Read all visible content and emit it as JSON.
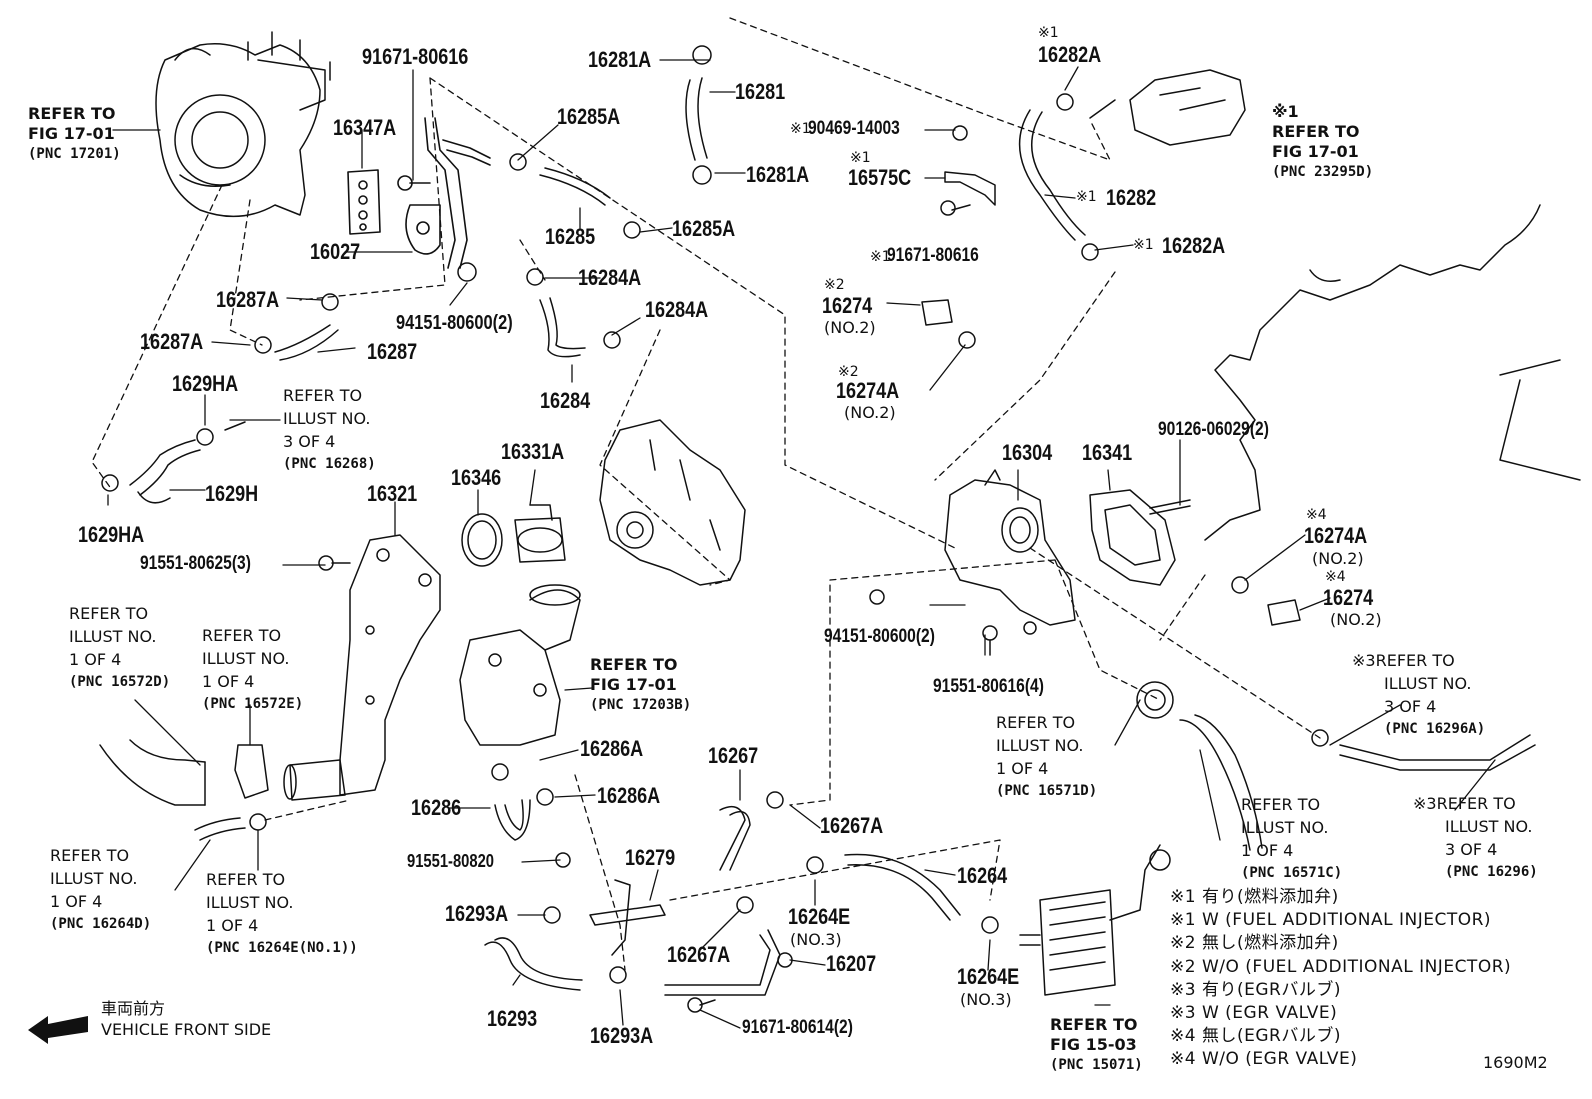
{
  "parts": {
    "p91671_80616_top": "91671-80616",
    "p16347A": "16347A",
    "p16027": "16027",
    "p16287A_1": "16287A",
    "p16287A_2": "16287A",
    "p16287": "16287",
    "p94151_80600_top": "94151-80600(2)",
    "p16285A_1": "16285A",
    "p16285": "16285",
    "p16285A_2": "16285A",
    "p16284A_1": "16284A",
    "p16284A_2": "16284A",
    "p16284": "16284",
    "p16281A_1": "16281A",
    "p16281": "16281",
    "p16281A_2": "16281A",
    "p16282A_1": "16282A",
    "p90469_14003": "90469-14003",
    "p16575C": "16575C",
    "p91671_80616_mid": "91671-80616",
    "p16282": "16282",
    "p16282A_2": "16282A",
    "p16274_top": "16274",
    "p16274A_top": "16274A",
    "p1629HA_1": "1629HA",
    "p1629H": "1629H",
    "p1629HA_2": "1629HA",
    "p16346": "16346",
    "p16331A": "16331A",
    "p16321": "16321",
    "p91551_80625": "91551-80625(3)",
    "p16304": "16304",
    "p16341": "16341",
    "p90126_06029": "90126-06029(2)",
    "p16274A_right": "16274A",
    "p16274_right": "16274",
    "p94151_80600_mid": "94151-80600(2)",
    "p91551_80616": "91551-80616(4)",
    "p16286A_1": "16286A",
    "p16286": "16286",
    "p16286A_2": "16286A",
    "p16267": "16267",
    "p16267A_1": "16267A",
    "p91551_80820": "91551-80820",
    "p16279": "16279",
    "p16264": "16264",
    "p16293A_1": "16293A",
    "p16264E_1": "16264E",
    "p16267A_2": "16267A",
    "p16207": "16207",
    "p16264E_2": "16264E",
    "p16293": "16293",
    "p16293A_2": "16293A",
    "p91671_80614": "91671-80614(2)"
  },
  "sub": {
    "no2_a": "(NO.2)",
    "no2_b": "(NO.2)",
    "no2_c": "(NO.2)",
    "no2_d": "(NO.2)",
    "no3_a": "(NO.3)",
    "no3_b": "(NO.3)"
  },
  "marks": {
    "m1_a": "※1",
    "m1_b": "※1",
    "m1_c": "※1",
    "m1_d": "※1",
    "m1_e": "※1",
    "m1_f": "※1",
    "m2_a": "※2",
    "m2_b": "※2",
    "m3_a": "※3",
    "m3_b": "※3",
    "m4_a": "※4",
    "m4_b": "※4"
  },
  "refs": {
    "fig17_01_a": [
      "REFER TO",
      "FIG 17-01",
      "(PNC 17201)"
    ],
    "fig17_01_b": [
      "REFER TO",
      "FIG 17-01",
      "(PNC 23295D)"
    ],
    "fig17_01_c": [
      "REFER TO",
      "FIG 17-01",
      "(PNC 17203B)"
    ],
    "fig15_03": [
      "REFER TO",
      "FIG 15-03",
      "(PNC 15071)"
    ],
    "ill_16268": [
      "REFER TO",
      "ILLUST NO.",
      "3 OF 4",
      "(PNC 16268)"
    ],
    "ill_16572D": [
      "REFER TO",
      "ILLUST NO.",
      "1 OF 4",
      "(PNC 16572D)"
    ],
    "ill_16572E": [
      "REFER TO",
      "ILLUST NO.",
      "1 OF 4",
      "(PNC 16572E)"
    ],
    "ill_16264D": [
      "REFER TO",
      "ILLUST NO.",
      "1 OF 4",
      "(PNC 16264D)"
    ],
    "ill_16264E": [
      "REFER TO",
      "ILLUST NO.",
      "1 OF 4",
      "(PNC 16264E(NO.1))"
    ],
    "ill_16571D": [
      "REFER TO",
      "ILLUST NO.",
      "1 OF 4",
      "(PNC 16571D)"
    ],
    "ill_16571C": [
      "REFER TO",
      "ILLUST NO.",
      "1 OF 4",
      "(PNC 16571C)"
    ],
    "ill_16296A": [
      "REFER TO",
      "ILLUST NO.",
      "3 OF 4",
      "(PNC 16296A)"
    ],
    "ill_16296": [
      "REFER TO",
      "ILLUST NO.",
      "3 OF 4",
      "(PNC 16296)"
    ]
  },
  "notes": [
    "※1 有り(燃料添加弁)",
    "※1 W (FUEL ADDITIONAL INJECTOR)",
    "※2 無し(燃料添加弁)",
    "※2 W/O (FUEL ADDITIONAL INJECTOR)",
    "※3 有り(EGRバルブ)",
    "※3 W (EGR VALVE)",
    "※4 無し(EGRバルブ)",
    "※4 W/O (EGR VALVE)"
  ],
  "front_jp": "車両前方",
  "front_en": "VEHICLE FRONT SIDE",
  "diagram_code": "1690M2"
}
